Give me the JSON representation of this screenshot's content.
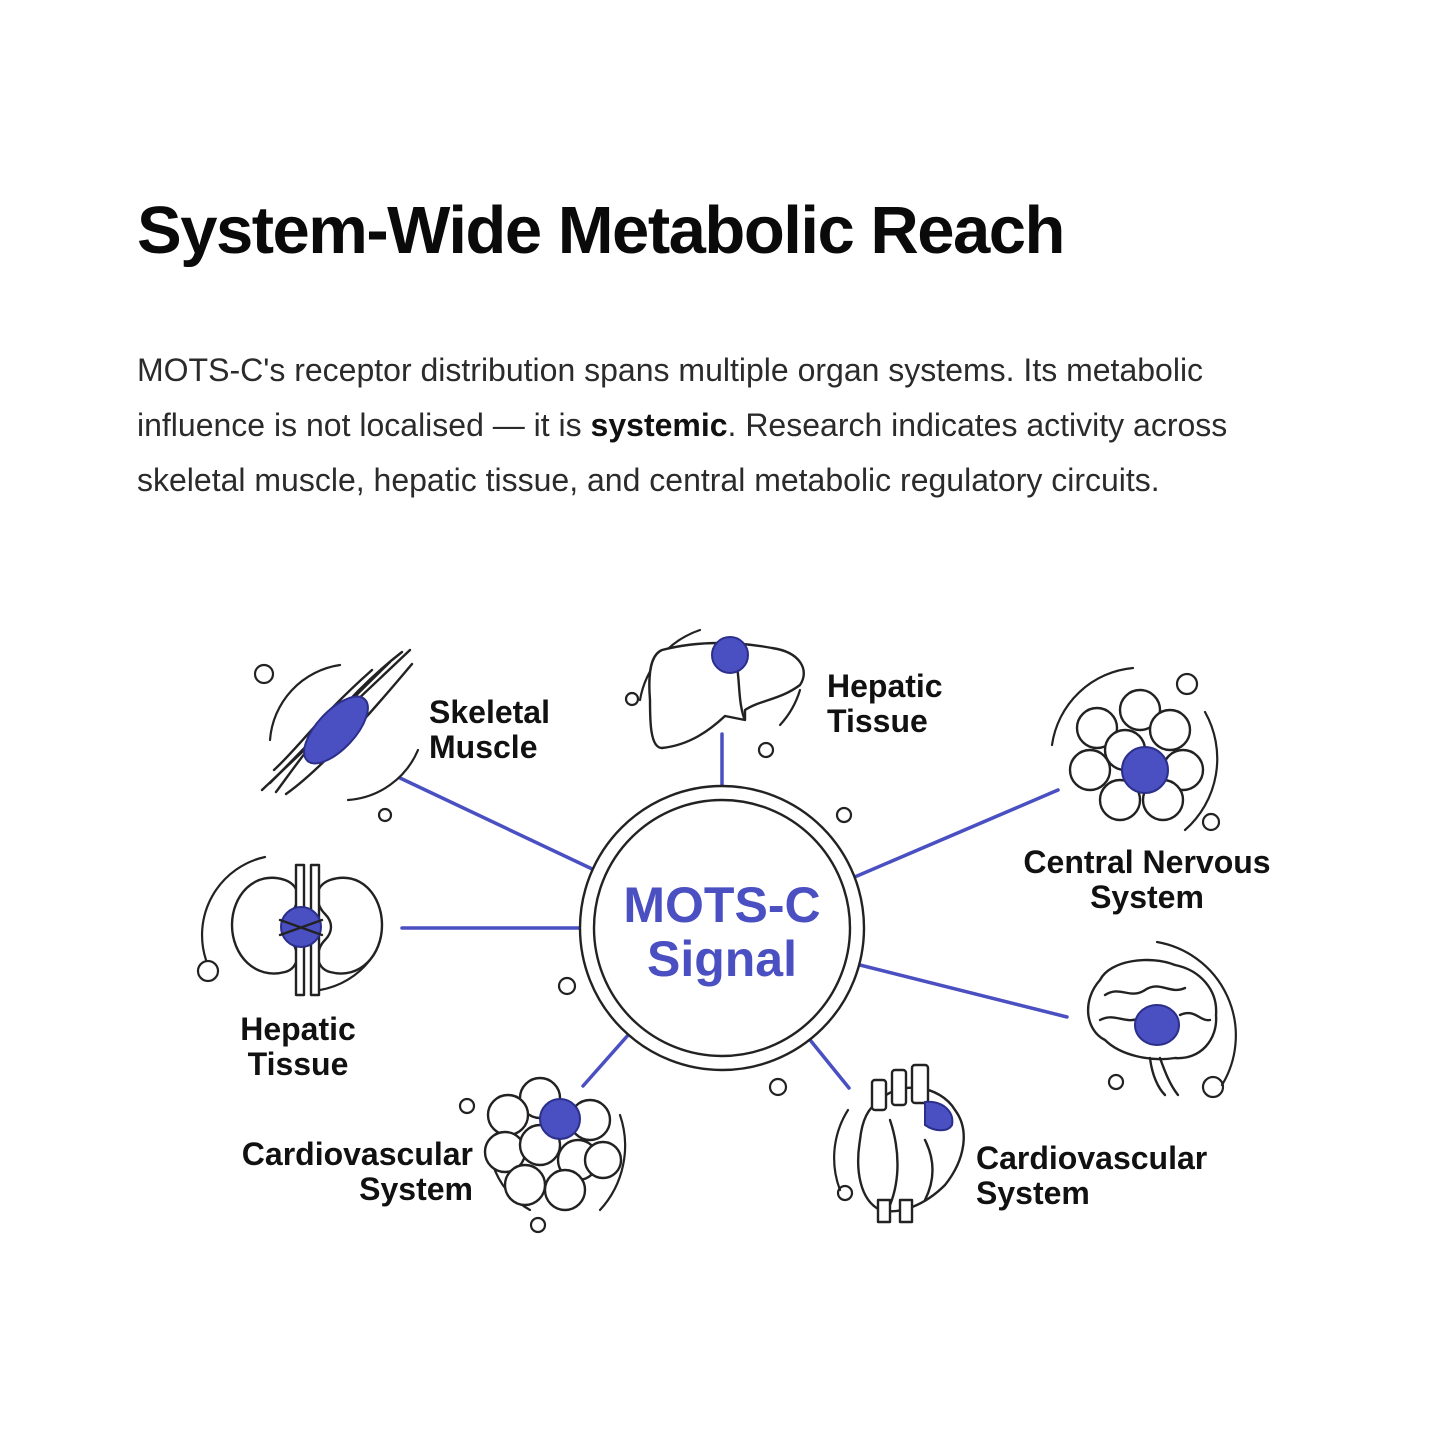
{
  "heading": "System-Wide Metabolic Reach",
  "intro": {
    "part1": "MOTS-C's receptor distribution spans multiple organ systems. Its metabolic influence is not localised — it is ",
    "emphasis": "systemic",
    "part2": ". Research indicates activity across skeletal muscle, hepatic tissue, and central metabolic regulatory circuits."
  },
  "diagram": {
    "hub": {
      "line1": "MOTS-C",
      "line2": "Signal"
    },
    "nodes": [
      {
        "id": "skeletal-muscle",
        "line1": "Skeletal",
        "line2": "Muscle",
        "icon": "muscle-icon"
      },
      {
        "id": "hepatic-top",
        "line1": "Hepatic",
        "line2": "Tissue",
        "icon": "liver-icon"
      },
      {
        "id": "cns",
        "line1": "Central Nervous",
        "line2": "System",
        "icon": "neuron-cluster-icon"
      },
      {
        "id": "hepatic-left",
        "line1": "Hepatic",
        "line2": "Tissue",
        "icon": "kidney-icon"
      },
      {
        "id": "brain",
        "line1": "",
        "line2": "",
        "icon": "brain-icon"
      },
      {
        "id": "cardio-left",
        "line1": "Cardiovascular",
        "line2": "System",
        "icon": "cell-cluster-icon"
      },
      {
        "id": "cardio-right",
        "line1": "Cardiovascular",
        "line2": "System",
        "icon": "heart-icon"
      }
    ]
  },
  "colors": {
    "accent": "#4a4fc2",
    "outline": "#222222",
    "text": "#111111",
    "body_text": "#2b2b2b"
  }
}
